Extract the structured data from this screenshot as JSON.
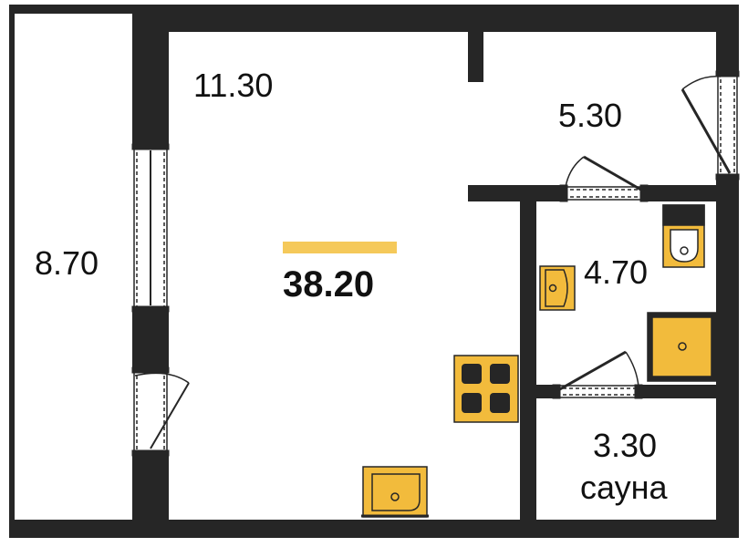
{
  "plan": {
    "total_area": "38.20",
    "rooms": {
      "balcony": {
        "area": "8.70"
      },
      "main_room": {
        "area": "11.30"
      },
      "hall": {
        "area": "5.30"
      },
      "bathroom": {
        "area": "4.70"
      },
      "sauna": {
        "area": "3.30",
        "name": "сауна"
      }
    },
    "colors": {
      "wall": "#262626",
      "fixture_fill": "#f2bb3c",
      "accent_bar": "#f5c95a",
      "background": "#ffffff"
    },
    "icons": [
      "toilet-icon",
      "sink-icon",
      "shower-icon",
      "stove-icon",
      "kitchen-sink-icon",
      "door-swing-icon",
      "window-icon"
    ]
  }
}
